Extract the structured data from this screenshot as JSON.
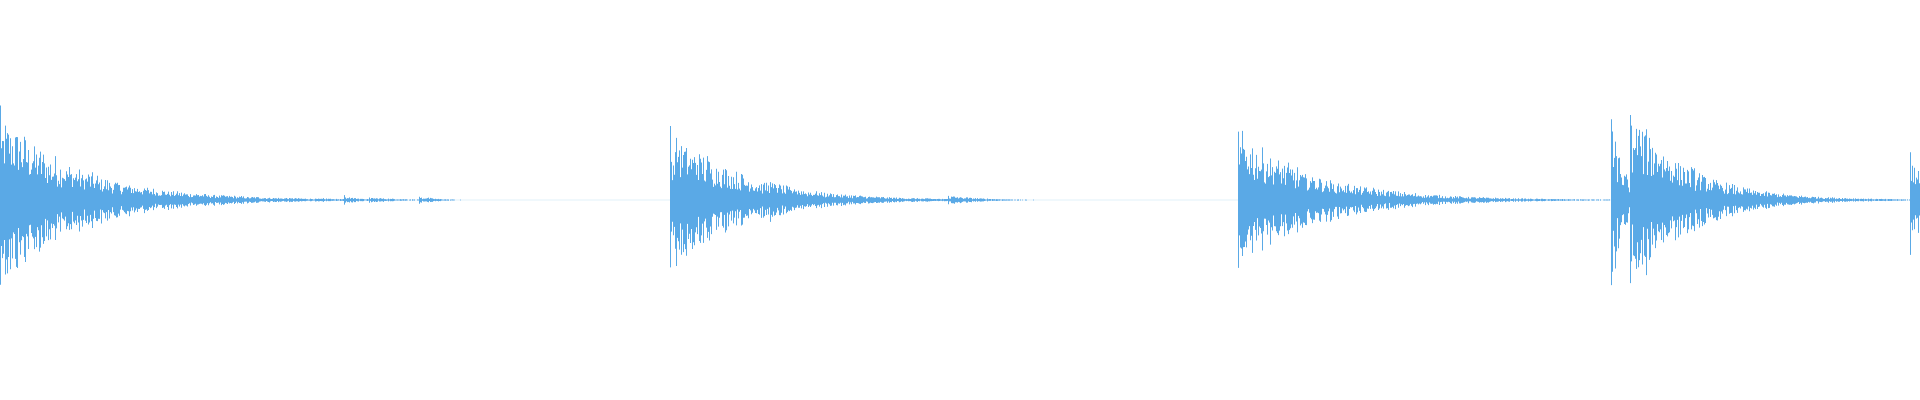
{
  "colors": {
    "background": "#ffffff",
    "waveform": "#5aa9e6"
  },
  "waveform": {
    "duration": 1,
    "transients": [
      {
        "time": 0.0,
        "peak": 0.95,
        "decay": 0.04,
        "tail": 0.05
      },
      {
        "time": 0.152,
        "peak": 0.02,
        "decay": 0.01,
        "tail": 0.01
      },
      {
        "time": 0.168,
        "peak": 0.02,
        "decay": 0.01,
        "tail": 0.01
      },
      {
        "time": 0.179,
        "peak": 0.05,
        "decay": 0.008,
        "tail": 0.01
      },
      {
        "time": 0.192,
        "peak": 0.03,
        "decay": 0.018,
        "tail": 0.02
      },
      {
        "time": 0.218,
        "peak": 0.04,
        "decay": 0.01,
        "tail": 0.012
      },
      {
        "time": 0.349,
        "peak": 0.82,
        "decay": 0.035,
        "tail": 0.04
      },
      {
        "time": 0.401,
        "peak": 0.22,
        "decay": 0.018,
        "tail": 0.02
      },
      {
        "time": 0.494,
        "peak": 0.05,
        "decay": 0.018,
        "tail": 0.02
      },
      {
        "time": 0.645,
        "peak": 0.74,
        "decay": 0.04,
        "tail": 0.05
      },
      {
        "time": 0.839,
        "peak": 1.0,
        "decay": 0.006,
        "tail": 0.008
      },
      {
        "time": 0.849,
        "peak": 1.0,
        "decay": 0.03,
        "tail": 0.06
      },
      {
        "time": 0.995,
        "peak": 0.55,
        "decay": 0.02,
        "tail": 0.01
      }
    ]
  }
}
